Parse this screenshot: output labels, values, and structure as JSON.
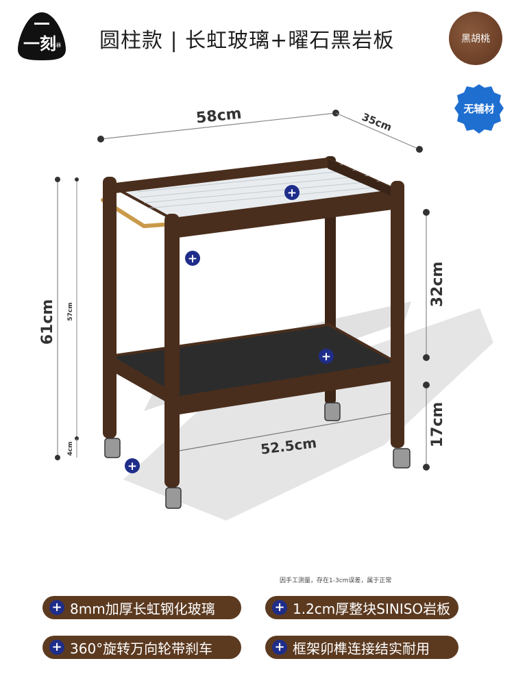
{
  "logo": {
    "main": "一刻",
    "sub": "木器"
  },
  "title": "圆柱款 | 长虹玻璃+曜石黑岩板",
  "badges": {
    "wood": "黑胡桃",
    "no_aux": "无辅材"
  },
  "dimensions": {
    "width": "58cm",
    "depth": "35cm",
    "total_height": "61cm",
    "frame_height": "57cm",
    "tier_gap": "32cm",
    "bottom_clearance": "17cm",
    "foot_height": "4cm",
    "wheel_span": "52.5cm"
  },
  "note": "因手工测量，存在1-3cm误差，属于正常",
  "features": [
    "8mm加厚长虹钢化玻璃",
    "1.2cm厚整块SINISO岩板",
    "360°旋转万向轮带刹车",
    "框架卯榫连接结实耐用"
  ],
  "colors": {
    "wood": "#4a2e1d",
    "pill": "#5c3a20",
    "plus": "#1f2d8a",
    "stone": "#2c2c2c"
  }
}
